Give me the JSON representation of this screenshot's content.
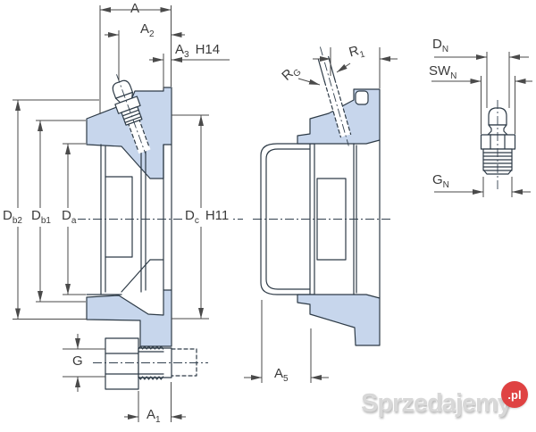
{
  "labels": {
    "A": {
      "main": "A",
      "sub": "",
      "suffix": ""
    },
    "A1": {
      "main": "A",
      "sub": "1",
      "suffix": ""
    },
    "A2": {
      "main": "A",
      "sub": "2",
      "suffix": ""
    },
    "A3": {
      "main": "A",
      "sub": "3",
      "suffix": "H14"
    },
    "A5": {
      "main": "A",
      "sub": "5",
      "suffix": ""
    },
    "G": {
      "main": "G",
      "sub": "",
      "suffix": ""
    },
    "Da": {
      "main": "D",
      "sub": "a",
      "suffix": ""
    },
    "Db1": {
      "main": "D",
      "sub": "b1",
      "suffix": ""
    },
    "Db2": {
      "main": "D",
      "sub": "b2",
      "suffix": ""
    },
    "Dc": {
      "main": "D",
      "sub": "c",
      "suffix": "H11"
    },
    "RG": {
      "main": "R",
      "sub": "G",
      "suffix": ""
    },
    "R1": {
      "main": "R",
      "sub": "1",
      "suffix": ""
    },
    "DN": {
      "main": "D",
      "sub": "N",
      "suffix": ""
    },
    "SWN": {
      "main": "SW",
      "sub": "N",
      "suffix": ""
    },
    "GN": {
      "main": "G",
      "sub": "N",
      "suffix": ""
    }
  },
  "watermark": {
    "text": "Sprzedajemy",
    "badge": ".pl"
  },
  "colors": {
    "section_fill": "#c7d6ec",
    "outline": "#2e3b47",
    "dimension_lines": "#4a4a4a",
    "label_text": "#3a3a3a",
    "watermark_text": "#d8d8d8",
    "watermark_badge": "#df4242",
    "background": "#ffffff"
  }
}
